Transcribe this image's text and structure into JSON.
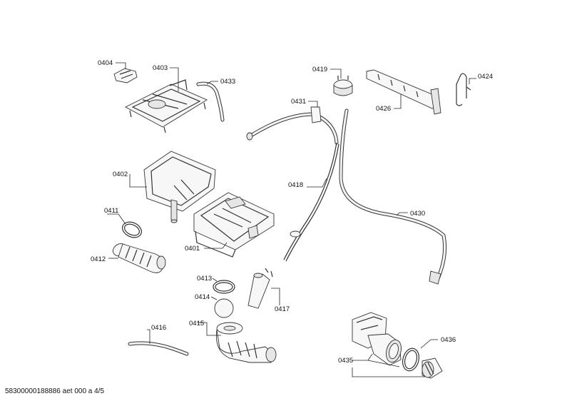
{
  "labels": {
    "l0404": "0404",
    "l0403": "0403",
    "l0433": "0433",
    "l0419": "0419",
    "l0424": "0424",
    "l0431": "0431",
    "l0426": "0426",
    "l0402": "0402",
    "l0418": "0418",
    "l0430": "0430",
    "l0411": "0411",
    "l0412": "0412",
    "l0401": "0401",
    "l0413": "0413",
    "l0414": "0414",
    "l0417": "0417",
    "l0415": "0415",
    "l0416": "0416",
    "l0436": "0436",
    "l0435": "0435"
  },
  "footer": "58300000188886 aet 000 a 4/5"
}
